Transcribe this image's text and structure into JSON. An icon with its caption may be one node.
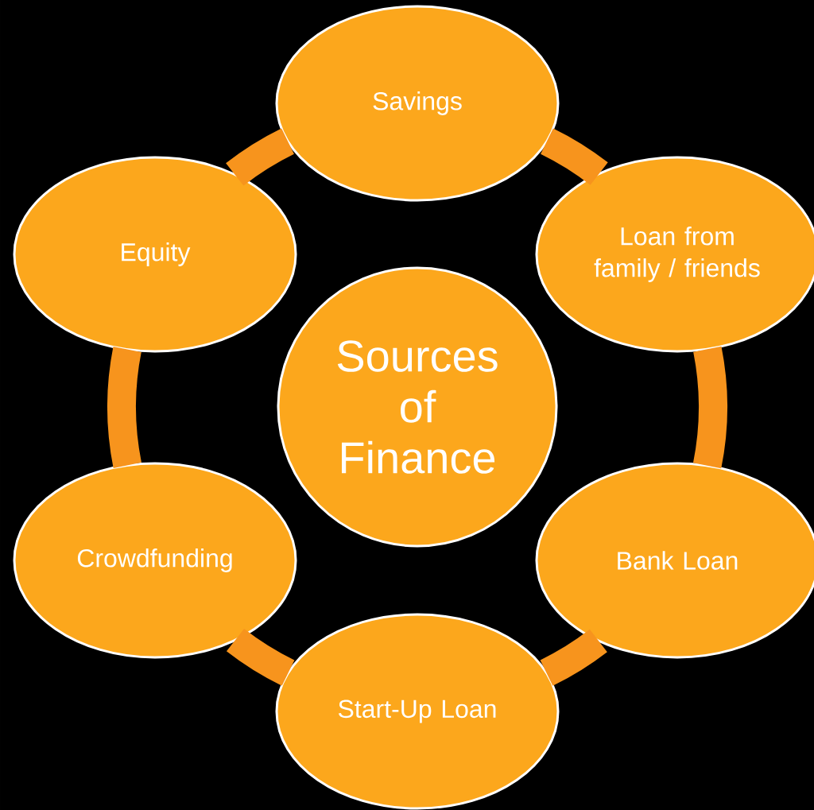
{
  "diagram": {
    "nodes": [
      {
        "text": [
          "Sources of Finance"
        ]
      },
      {
        "text": [
          "Savings"
        ]
      },
      {
        "text": [
          "Loan from family / friends"
        ]
      },
      {
        "text": [
          "Bank Loan"
        ]
      },
      {
        "text": [
          "Start-Up Loan"
        ]
      },
      {
        "text": [
          "Crowdfunding"
        ]
      },
      {
        "text": [
          "Equity"
        ]
      }
    ],
    "edges": [
      {
        "from": 1,
        "to": 2,
        "arrow": "none"
      },
      {
        "from": 2,
        "to": 3,
        "arrow": "none"
      },
      {
        "from": 3,
        "to": 4,
        "arrow": "none"
      },
      {
        "from": 4,
        "to": 5,
        "arrow": "none"
      },
      {
        "from": 5,
        "to": 6,
        "arrow": "none"
      },
      {
        "from": 6,
        "to": 1,
        "arrow": "none"
      }
    ]
  }
}
